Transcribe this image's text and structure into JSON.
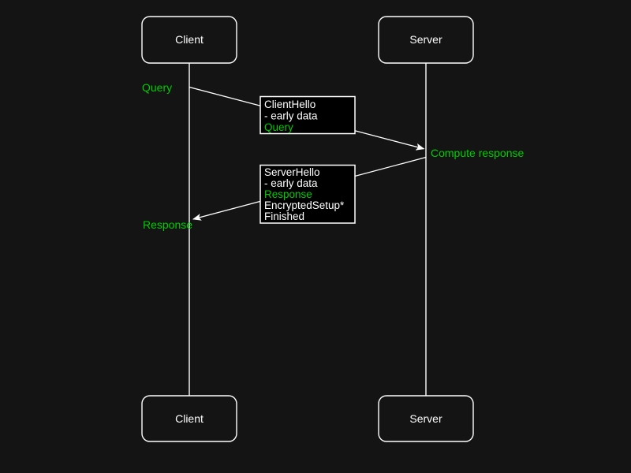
{
  "colors": {
    "background": "#141414",
    "line": "#ffffff",
    "message_box_fill": "#000000",
    "text": "#ffffff",
    "green": "#00cc00"
  },
  "actors": {
    "client_top": "Client",
    "server_top": "Server",
    "client_bottom": "Client",
    "server_bottom": "Server"
  },
  "annotations": {
    "query": "Query",
    "compute_response": "Compute response",
    "response": "Response"
  },
  "messages": {
    "client_hello": {
      "lines": [
        {
          "text": "ClientHello",
          "color": "#ffffff"
        },
        {
          "text": "- early data",
          "color": "#ffffff"
        },
        {
          "text": "Query",
          "color": "#00cc00"
        }
      ]
    },
    "server_hello": {
      "lines": [
        {
          "text": "ServerHello",
          "color": "#ffffff"
        },
        {
          "text": "- early data",
          "color": "#ffffff"
        },
        {
          "text": "Response",
          "color": "#00cc00"
        },
        {
          "text": "EncryptedSetup*",
          "color": "#ffffff"
        },
        {
          "text": "Finished",
          "color": "#ffffff"
        }
      ]
    }
  }
}
